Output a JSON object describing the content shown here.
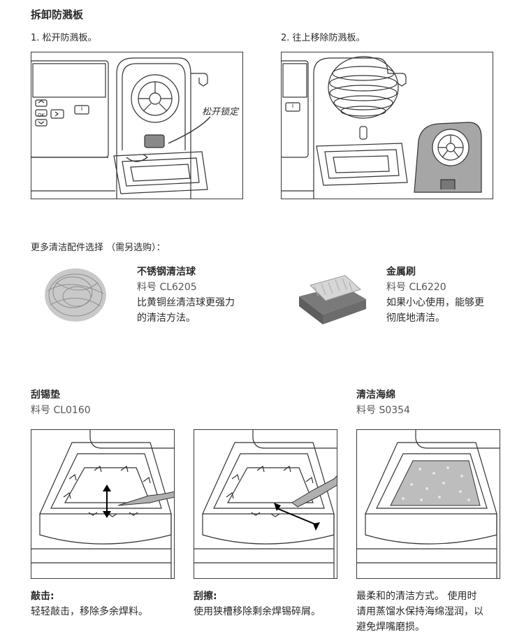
{
  "section_title": "拆卸防溅板",
  "step1": {
    "text": "1. 松开防溅板。",
    "callout": "松开锁定",
    "btn_ok": "OK",
    "btn_info": "i"
  },
  "step2": {
    "text": "2. 往上移除防溅板。",
    "btn_info": "i"
  },
  "accessories_intro": "更多清洁配件选择 （需另选购）：",
  "accessory1": {
    "name": "不锈钢清洁球",
    "part": "料号 CL6205",
    "desc_line1": "比黄铜丝清洁球更强力",
    "desc_line2": "的清洁方法。"
  },
  "accessory2": {
    "name": "金属刷",
    "part": "料号 CL6220",
    "desc_line1": "如果小心使用，能够更",
    "desc_line2": "彻底地清洁。"
  },
  "pad": {
    "title": "刮锡垫",
    "part": "料号 CL0160"
  },
  "sponge": {
    "title": "清洁海绵",
    "part": "料号 S0354"
  },
  "caption1": {
    "title": "敲击:",
    "text": "轻轻敲击，移除多余焊料。"
  },
  "caption2": {
    "title": "刮擦:",
    "text": "使用狭槽移除剩余焊锡碎屑。"
  },
  "caption3": {
    "line1": "最柔和的清洁方式。 使用时",
    "line2": "请用蒸馏水保持海绵湿润，以",
    "line3": "避免焊嘴磨损。"
  }
}
